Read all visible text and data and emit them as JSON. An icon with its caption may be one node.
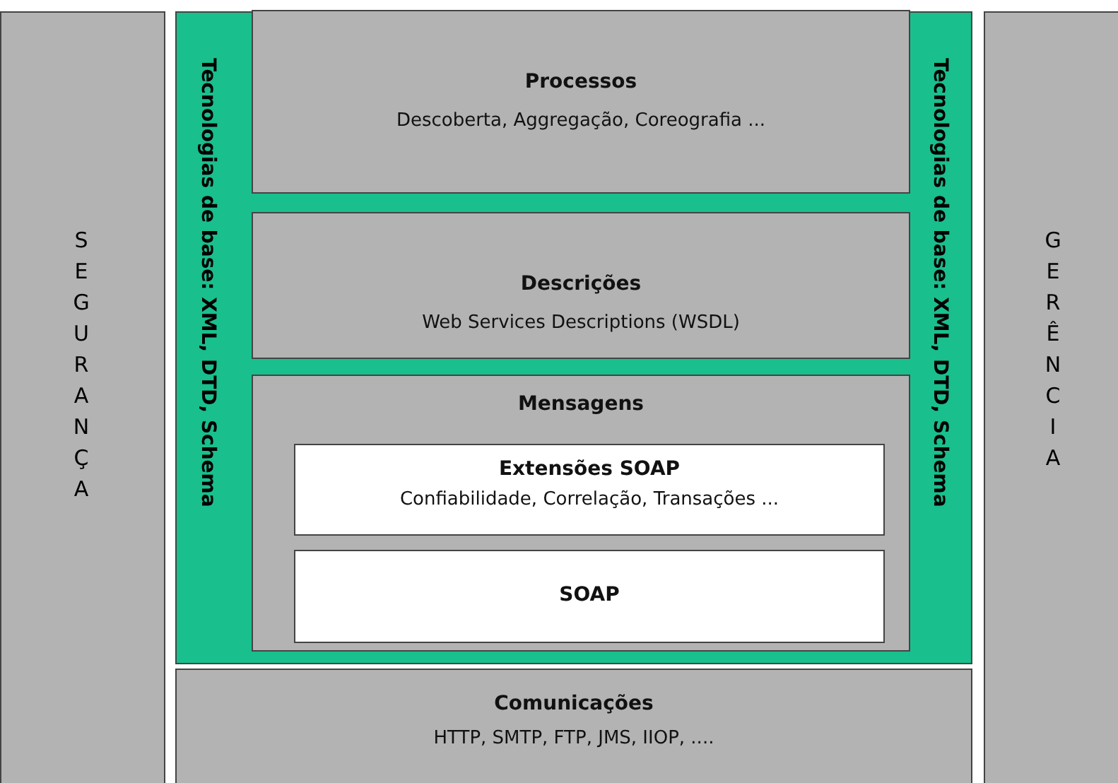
{
  "diagram": {
    "nodes": [
      {
        "text": [
          "SEGURANÇA"
        ]
      },
      {
        "text": [
          "Tecnologias de base: XML, DTD, Schema",
          "Tecnologias de base: XML, DTD, Schema"
        ]
      },
      {
        "text": [
          "Processos",
          "Descoberta, Aggregação, Coreografia ..."
        ],
        "in": 1
      },
      {
        "text": [
          "Descrições",
          "Web Services Descriptions (WSDL)"
        ],
        "in": 1
      },
      {
        "text": [
          "Mensagens"
        ],
        "in": 1
      },
      {
        "text": [
          "Extensões SOAP",
          "Confiabilidade, Correlação, Transações ..."
        ],
        "in": 4
      },
      {
        "text": [
          "SOAP"
        ],
        "in": 4
      },
      {
        "text": [
          "Comunicações",
          "HTTP, SMTP, FTP, JMS, IIOP, ...."
        ]
      },
      {
        "text": [
          "GERÊNCIA"
        ]
      }
    ]
  }
}
